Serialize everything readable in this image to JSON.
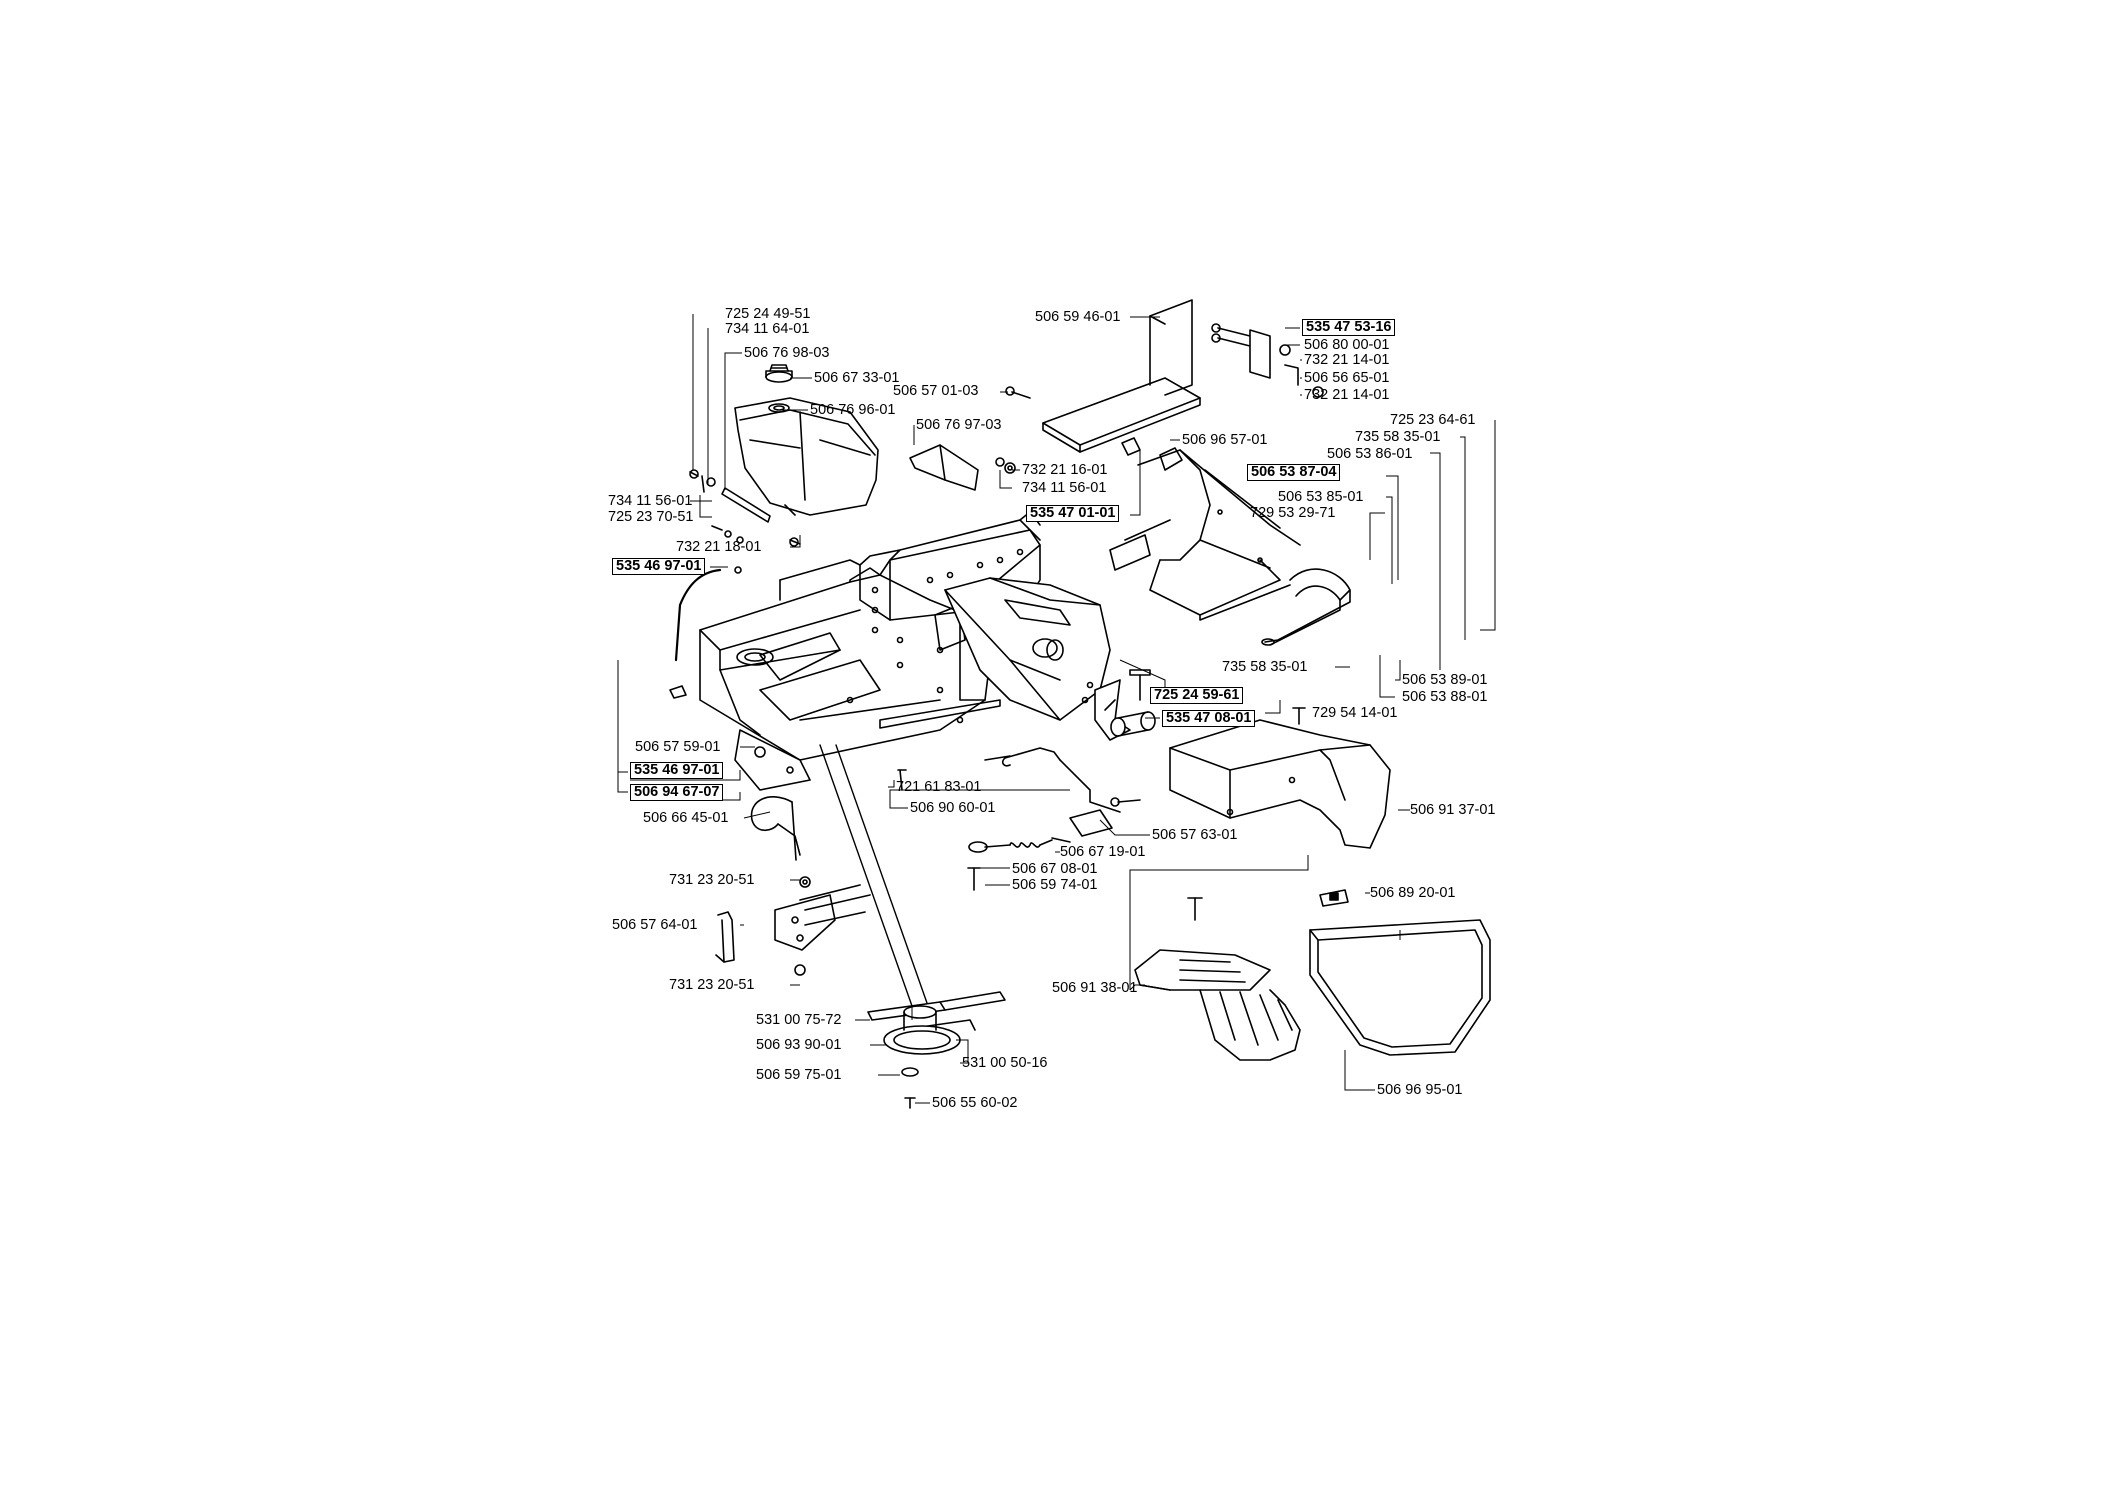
{
  "diagram": {
    "labels": {
      "l01": "725 24 49-51",
      "l02": "734 11 64-01",
      "l03": "506 76 98-03",
      "l04": "506 67 33-01",
      "l05": "506 76 96-01",
      "l06": "734 11 56-01",
      "l07": "725 23 70-51",
      "l08": "732 21 18-01",
      "l09": "535 46 97-01",
      "l10": "506 59 46-01",
      "l11": "506 57 01-03",
      "l12": "506 76 97-03",
      "l13": "732 21 16-01",
      "l14": "734 11 56-01",
      "l15": "535 47 01-01",
      "l16": "506 96 57-01",
      "l17": "535 47 53-16",
      "l18": "506 80 00-01",
      "l19": "732 21 14-01",
      "l20": "506 56 65-01",
      "l21": "732 21 14-01",
      "l22": "725 23 64-61",
      "l23": "735 58 35-01",
      "l24": "506 53 86-01",
      "l25": "506 53 87-04",
      "l26": "506 53 85-01",
      "l27": "729 53 29-71",
      "l28": "735 58 35-01",
      "l29": "506 53 89-01",
      "l30": "506 53 88-01",
      "l31": "725 24 59-61",
      "l32": "729 54 14-01",
      "l33": "535 47 08-01",
      "l34": "506 57 59-01",
      "l35": "535 46 97-01",
      "l36": "506 94 67-07",
      "l37": "506 66 45-01",
      "l38": "721 61 83-01",
      "l39": "506 90 60-01",
      "l40": "506 91 37-01",
      "l41": "506 57 63-01",
      "l42": "506 67 19-01",
      "l43": "506 67 08-01",
      "l44": "506 59 74-01",
      "l45": "731 23 20-51",
      "l46": "506 57 64-01",
      "l47": "731 23 20-51",
      "l48": "506 89 20-01",
      "l49": "506 91 38-01",
      "l50": "531 00 75-72",
      "l51": "506 93 90-01",
      "l52": "531 00 50-16",
      "l53": "506 59 75-01",
      "l54": "506 55 60-02",
      "l55": "506 96 95-01"
    }
  }
}
